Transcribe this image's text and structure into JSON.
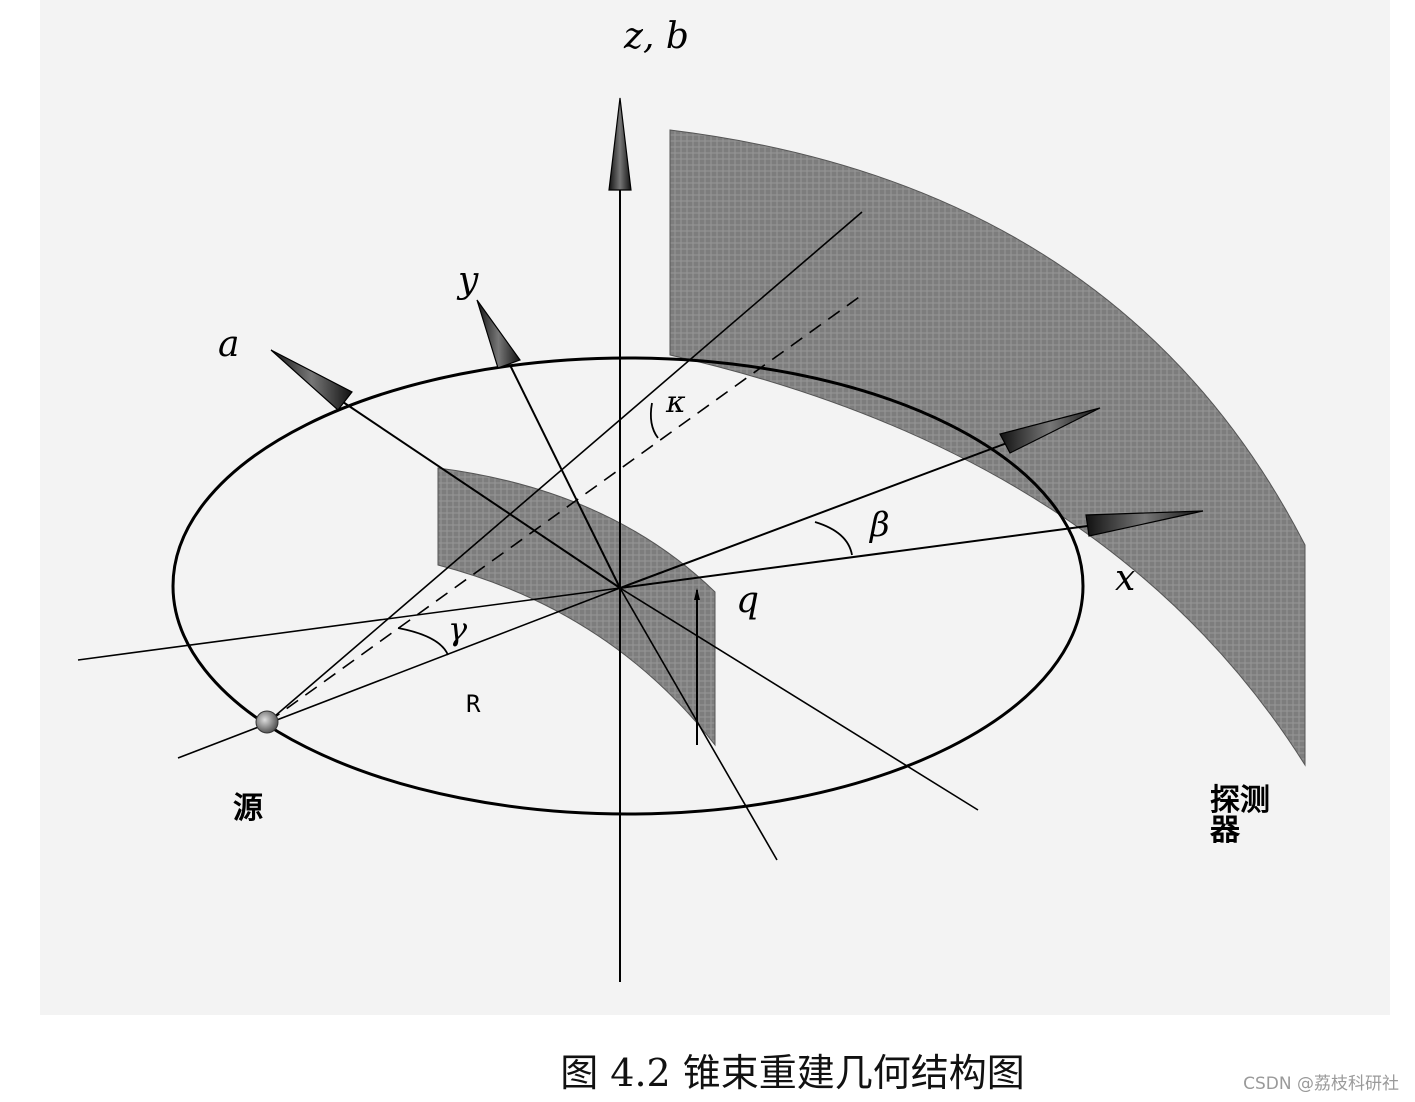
{
  "labels": {
    "z_b": "z, b",
    "y": "y",
    "a": "a",
    "kappa": "κ",
    "beta": "β",
    "x": "x",
    "q": "q",
    "gamma": "γ",
    "R": "R",
    "source": "源",
    "detector_line1": "探测",
    "detector_line2": "器"
  },
  "caption": "图 4.2  锥束重建几何结构图",
  "watermark": "CSDN @荔枝科研社"
}
